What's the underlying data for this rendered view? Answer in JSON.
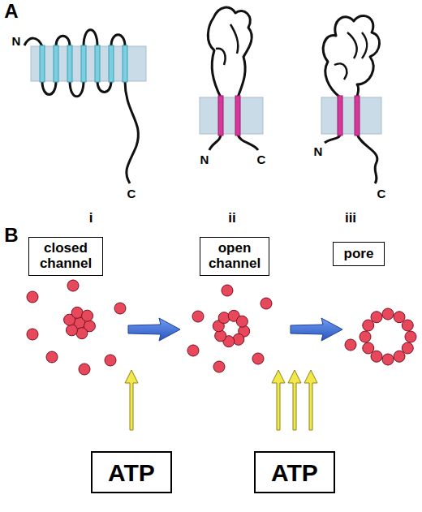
{
  "diagram": {
    "nodes": [
      {
        "text": [
          "closed channel"
        ]
      },
      {
        "text": [
          "open channel"
        ]
      },
      {
        "text": [
          "pore"
        ]
      },
      {
        "text": [
          "ATP"
        ]
      },
      {
        "text": [
          "ATP"
        ]
      }
    ],
    "labels": [
      "A",
      "N",
      "C",
      "N",
      "C",
      "N",
      "C",
      "i",
      "ii",
      "iii",
      "B"
    ]
  }
}
